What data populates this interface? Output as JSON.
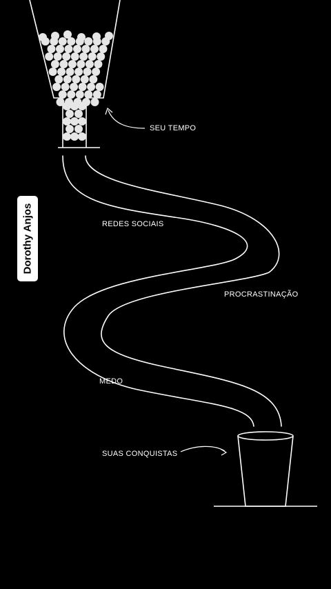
{
  "labels": {
    "seu_tempo": "SEU TEMPO",
    "redes_sociais": "REDES SOCIAIS",
    "procrastinacao": "PROCRASTINAÇÃO",
    "medo": "MEDO",
    "suas_conquistas": "SUAS CONQUISTAS"
  },
  "author": "Dorothy Anjos",
  "colors": {
    "background": "#000000",
    "line": "#ffffff",
    "balls": "#e6e6e6"
  },
  "icons": [
    "funnel-icon",
    "glass-icon",
    "arrow-icon"
  ]
}
